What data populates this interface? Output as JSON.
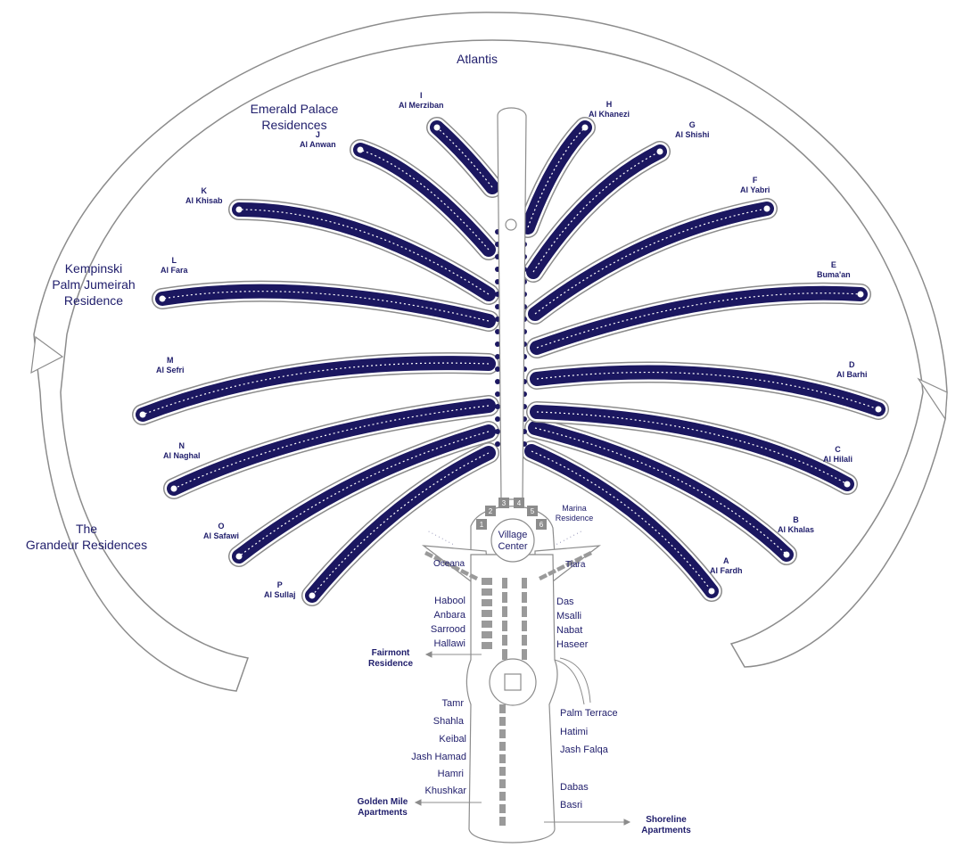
{
  "colors": {
    "frond": "#1b1760",
    "outline": "#8c8c8c",
    "text": "#1f1d6b",
    "fill": "#ffffff"
  },
  "landmarks": {
    "atlantis": "Atlantis",
    "emerald": "Emerald Palace\nResidences",
    "kempinski": "Kempinski\nPalm Jumeirah\nResidence",
    "grandeur": "The\nGrandeur Residences"
  },
  "fronds": [
    {
      "letter": "A",
      "name": "Al Fardh"
    },
    {
      "letter": "B",
      "name": "Al Khalas"
    },
    {
      "letter": "C",
      "name": "Al Hilali"
    },
    {
      "letter": "D",
      "name": "Al Barhi"
    },
    {
      "letter": "E",
      "name": "Buma'an"
    },
    {
      "letter": "F",
      "name": "Al Yabri"
    },
    {
      "letter": "G",
      "name": "Al Shishi"
    },
    {
      "letter": "H",
      "name": "Al Khanezi"
    },
    {
      "letter": "I",
      "name": "Al Merziban"
    },
    {
      "letter": "J",
      "name": "Al Anwan"
    },
    {
      "letter": "K",
      "name": "Al Khisab"
    },
    {
      "letter": "L",
      "name": "Al Fara"
    },
    {
      "letter": "M",
      "name": "Al Sefri"
    },
    {
      "letter": "N",
      "name": "Al Naghal"
    },
    {
      "letter": "O",
      "name": "Al Safawi"
    },
    {
      "letter": "P",
      "name": "Al Sullaj"
    }
  ],
  "center": {
    "village": "Village\nCenter",
    "marina": "Marina\nResidence",
    "oceana": "Oceana",
    "tiara": "Tiara",
    "marina_numbers": [
      "1",
      "2",
      "3",
      "4",
      "5",
      "6"
    ]
  },
  "districts_left": [
    "Habool",
    "Anbara",
    "Sarrood",
    "Hallawi"
  ],
  "districts_right": [
    "Das",
    "Msalli",
    "Nabat",
    "Haseer"
  ],
  "trunk_left": [
    "Tamr",
    "Shahla",
    "Keibal",
    "Jash Hamad",
    "Hamri",
    "Khushkar"
  ],
  "trunk_right": [
    "Palm Terrace",
    "Hatimi",
    "Jash Falqa",
    "Dabas",
    "Basri"
  ],
  "external": {
    "fairmont": "Fairmont\nResidence",
    "golden_mile": "Golden Mile\nApartments",
    "shoreline": "Shoreline\nApartments"
  }
}
